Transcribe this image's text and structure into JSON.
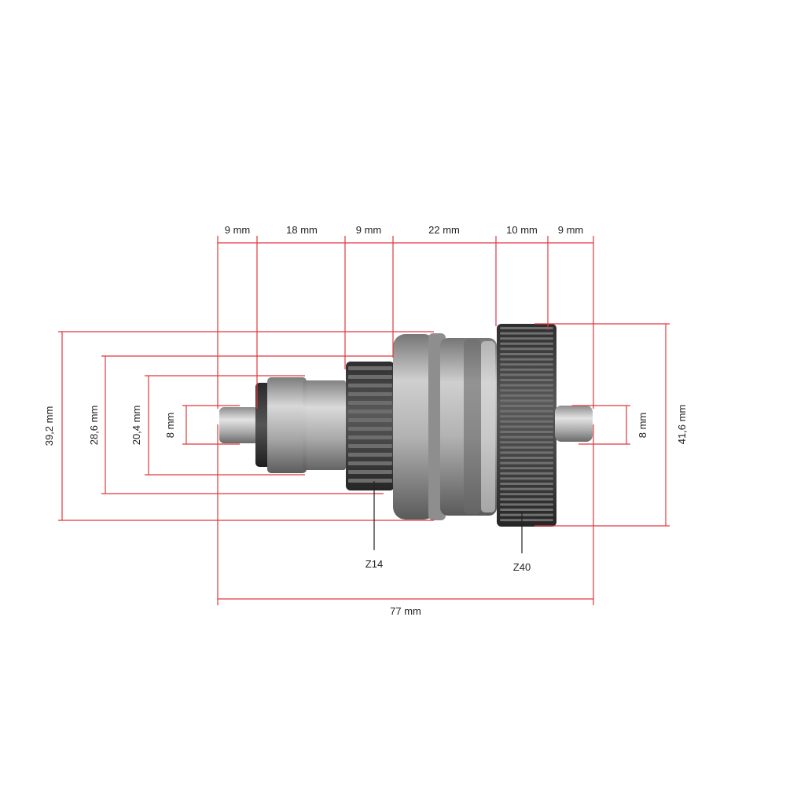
{
  "colors": {
    "dimension_line": "#e0383e",
    "leader_line": "#222222",
    "metal_light": "#c9c9c9",
    "metal_mid": "#9a9a9a",
    "metal_dark": "#5e5e5e",
    "gear_dark": "#3a3a3a",
    "text": "#222222"
  },
  "top_dimensions": [
    "9 mm",
    "18 mm",
    "9 mm",
    "22 mm",
    "10 mm",
    "9 mm"
  ],
  "left_dimensions": {
    "outer": "39,2 mm",
    "second": "28,6 mm",
    "third": "20,4 mm",
    "shaft": "8 mm"
  },
  "right_dimensions": {
    "shaft": "8 mm",
    "gear": "41,6 mm"
  },
  "labels": {
    "small_gear": "Z14",
    "large_gear": "Z40"
  },
  "total_length": "77 mm"
}
